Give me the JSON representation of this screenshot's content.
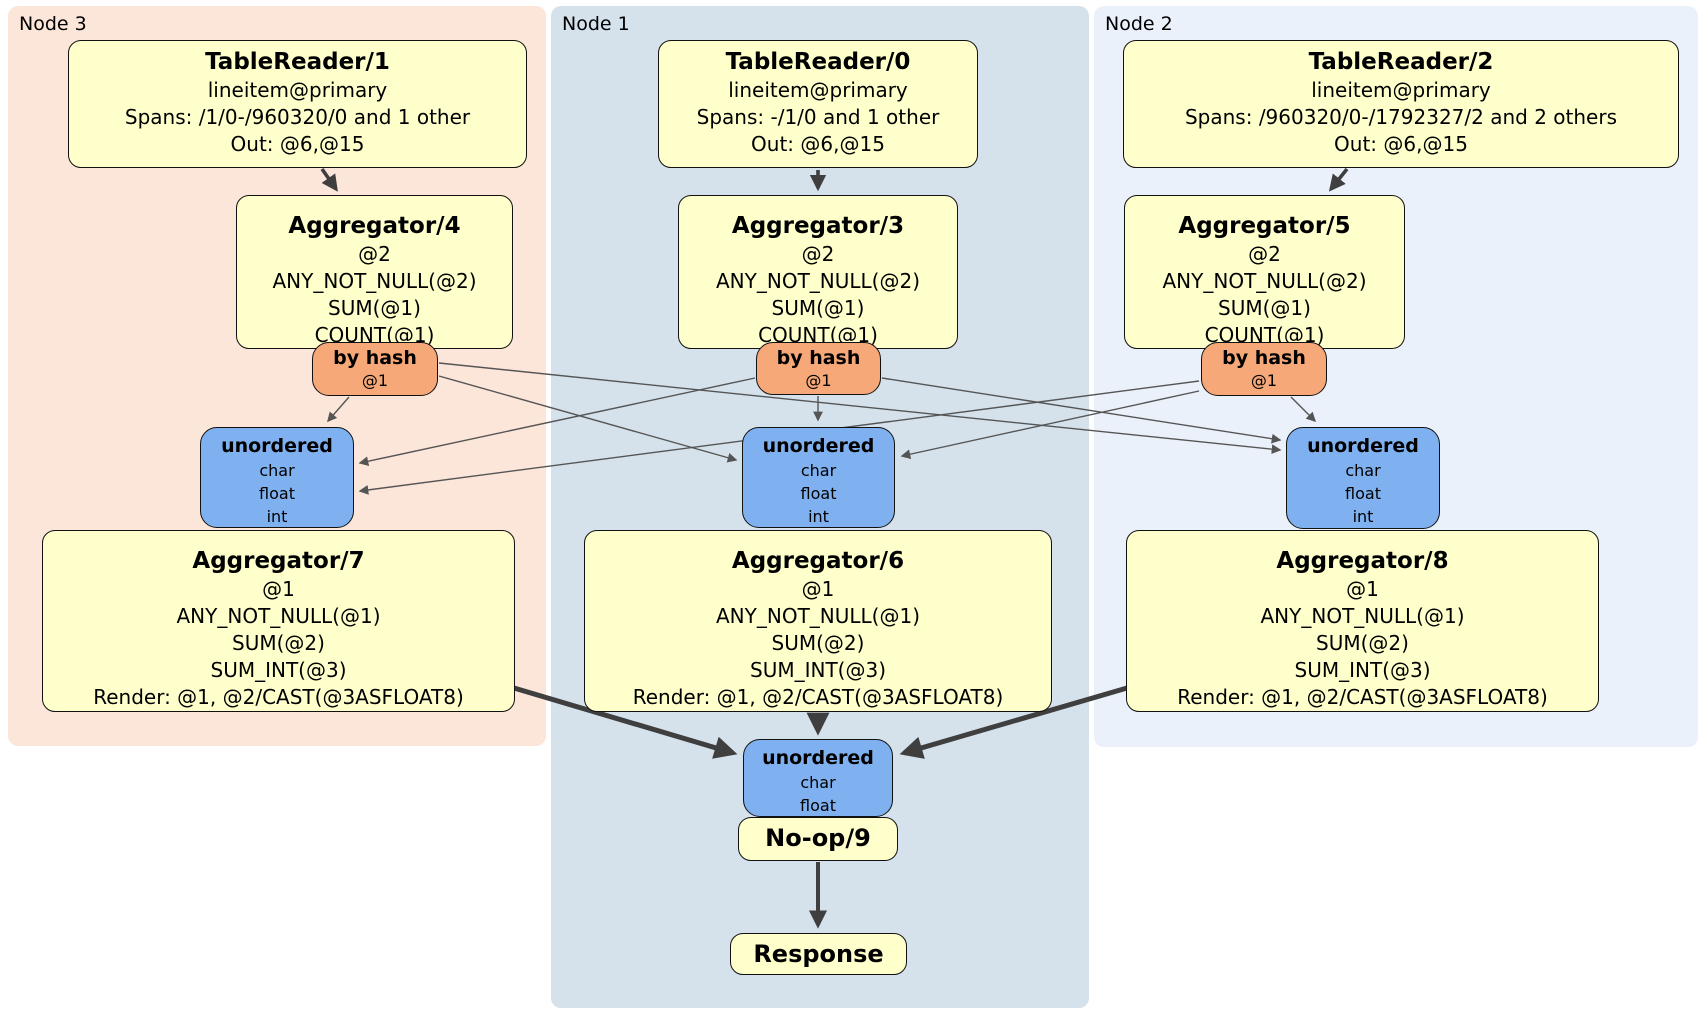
{
  "colors": {
    "canvas_bg": "#ffffff",
    "node3_bg": "#fce5d9",
    "node1_bg": "#d5e2ec",
    "node2_bg": "#ebf1fa",
    "processor_bg": "#ffffcc",
    "router_bg": "#f6a878",
    "sync_bg": "#7fb0ef",
    "border": "#111111",
    "edge_thin": "#555555",
    "edge_thick": "#3f3f3f"
  },
  "regions": {
    "node3": {
      "label": "Node 3"
    },
    "node1": {
      "label": "Node 1"
    },
    "node2": {
      "label": "Node 2"
    }
  },
  "processors": {
    "tr1": {
      "title": "TableReader/1",
      "lines": [
        "lineitem@primary",
        "Spans: /1/0-/960320/0 and 1 other",
        "Out: @6,@15"
      ]
    },
    "tr0": {
      "title": "TableReader/0",
      "lines": [
        "lineitem@primary",
        "Spans: -/1/0 and 1 other",
        "Out: @6,@15"
      ]
    },
    "tr2": {
      "title": "TableReader/2",
      "lines": [
        "lineitem@primary",
        "Spans: /960320/0-/1792327/2 and 2 others",
        "Out: @6,@15"
      ]
    },
    "agg4": {
      "title": "Aggregator/4",
      "lines": [
        "@2",
        "ANY_NOT_NULL(@2)",
        "SUM(@1)",
        "COUNT(@1)"
      ]
    },
    "agg3": {
      "title": "Aggregator/3",
      "lines": [
        "@2",
        "ANY_NOT_NULL(@2)",
        "SUM(@1)",
        "COUNT(@1)"
      ]
    },
    "agg5": {
      "title": "Aggregator/5",
      "lines": [
        "@2",
        "ANY_NOT_NULL(@2)",
        "SUM(@1)",
        "COUNT(@1)"
      ]
    },
    "agg7": {
      "title": "Aggregator/7",
      "lines": [
        "@1",
        "ANY_NOT_NULL(@1)",
        "SUM(@2)",
        "SUM_INT(@3)",
        "Render: @1, @2/CAST(@3ASFLOAT8)"
      ]
    },
    "agg6": {
      "title": "Aggregator/6",
      "lines": [
        "@1",
        "ANY_NOT_NULL(@1)",
        "SUM(@2)",
        "SUM_INT(@3)",
        "Render: @1, @2/CAST(@3ASFLOAT8)"
      ]
    },
    "agg8": {
      "title": "Aggregator/8",
      "lines": [
        "@1",
        "ANY_NOT_NULL(@1)",
        "SUM(@2)",
        "SUM_INT(@3)",
        "Render: @1, @2/CAST(@3ASFLOAT8)"
      ]
    },
    "noop": {
      "title": "No-op/9"
    },
    "response": {
      "title": "Response"
    }
  },
  "routers": {
    "hash3": {
      "title": "by hash",
      "lines": [
        "@1"
      ]
    },
    "hash1": {
      "title": "by hash",
      "lines": [
        "@1"
      ]
    },
    "hash2": {
      "title": "by hash",
      "lines": [
        "@1"
      ]
    }
  },
  "syncs": {
    "un3": {
      "title": "unordered",
      "lines": [
        "char",
        "float",
        "int"
      ]
    },
    "un1": {
      "title": "unordered",
      "lines": [
        "char",
        "float",
        "int"
      ]
    },
    "un2": {
      "title": "unordered",
      "lines": [
        "char",
        "float",
        "int"
      ]
    },
    "unfinal": {
      "title": "unordered",
      "lines": [
        "char",
        "float"
      ]
    }
  },
  "edges": [
    {
      "from": "TableReader/1",
      "to": "Aggregator/4"
    },
    {
      "from": "TableReader/0",
      "to": "Aggregator/3"
    },
    {
      "from": "TableReader/2",
      "to": "Aggregator/5"
    },
    {
      "from": "by hash (Node 3)",
      "to": "unordered (Node 3)"
    },
    {
      "from": "by hash (Node 3)",
      "to": "unordered (Node 1)"
    },
    {
      "from": "by hash (Node 3)",
      "to": "unordered (Node 2)"
    },
    {
      "from": "by hash (Node 1)",
      "to": "unordered (Node 3)"
    },
    {
      "from": "by hash (Node 1)",
      "to": "unordered (Node 1)"
    },
    {
      "from": "by hash (Node 1)",
      "to": "unordered (Node 2)"
    },
    {
      "from": "by hash (Node 2)",
      "to": "unordered (Node 3)"
    },
    {
      "from": "by hash (Node 2)",
      "to": "unordered (Node 1)"
    },
    {
      "from": "by hash (Node 2)",
      "to": "unordered (Node 2)"
    },
    {
      "from": "Aggregator/7",
      "to": "unordered (final)"
    },
    {
      "from": "Aggregator/6",
      "to": "unordered (final)"
    },
    {
      "from": "Aggregator/8",
      "to": "unordered (final)"
    },
    {
      "from": "No-op/9",
      "to": "Response"
    }
  ]
}
